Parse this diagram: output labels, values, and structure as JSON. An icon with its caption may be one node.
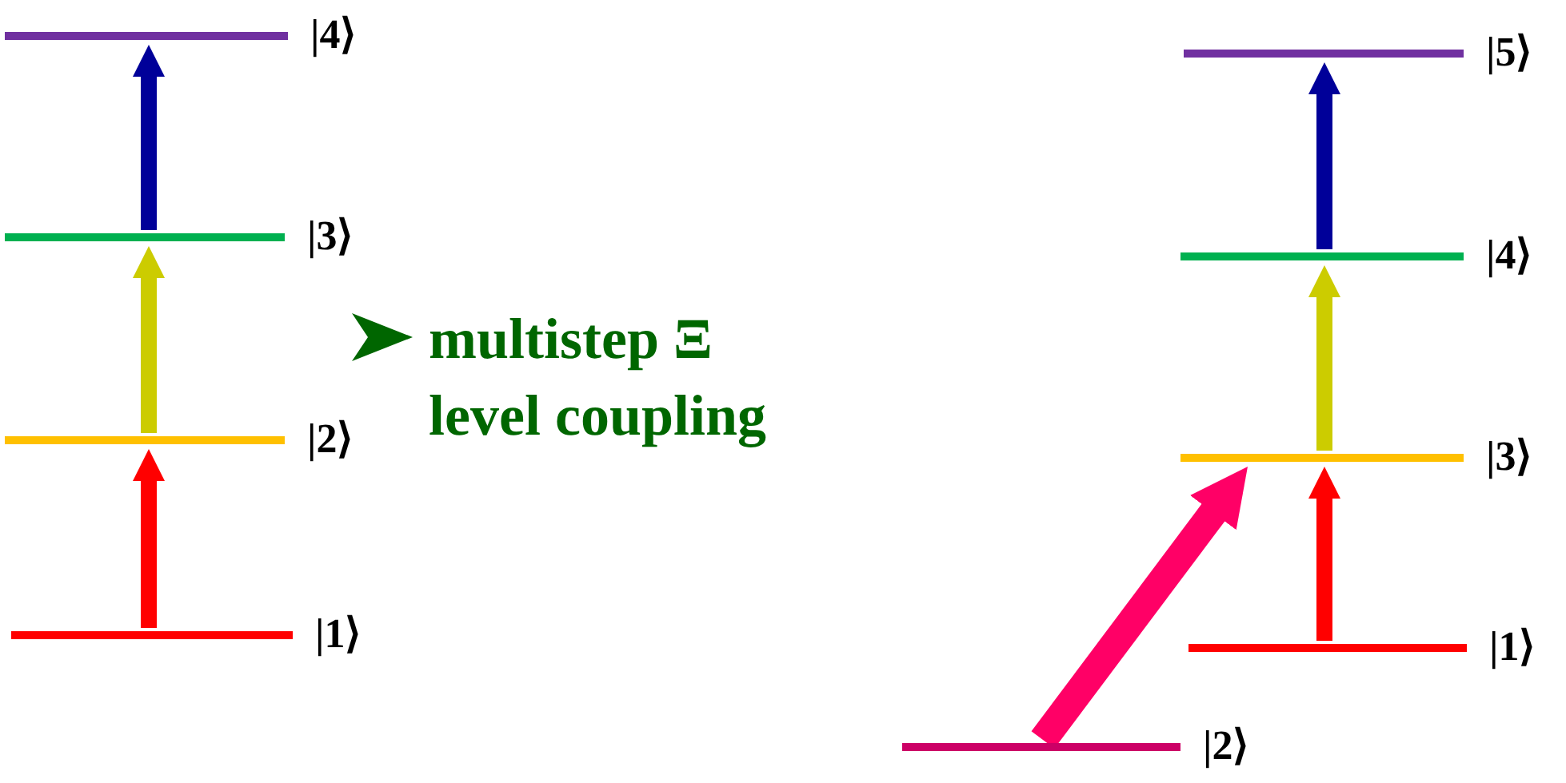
{
  "diagram": {
    "nodes": [
      {
        "text": [],
        "shape": "bar",
        "beside": [
          "|4⟩"
        ]
      },
      {
        "text": [],
        "shape": "bar",
        "beside": [
          "|3⟩"
        ]
      },
      {
        "text": [],
        "shape": "bar",
        "beside": [
          "|2⟩"
        ]
      },
      {
        "text": [],
        "shape": "bar",
        "beside": [
          "|1⟩"
        ]
      },
      {
        "text": [],
        "shape": "bar",
        "beside": [
          "|5⟩"
        ]
      },
      {
        "text": [],
        "shape": "bar",
        "beside": [
          "|4⟩"
        ]
      },
      {
        "text": [],
        "shape": "bar",
        "beside": [
          "|3⟩"
        ]
      },
      {
        "text": [],
        "shape": "bar",
        "beside": [
          "|1⟩"
        ]
      },
      {
        "text": [],
        "shape": "bar",
        "beside": [
          "|2⟩"
        ]
      }
    ],
    "edges": [
      {
        "from": 3,
        "to": 2,
        "arrow": "to",
        "color": "#ff0000"
      },
      {
        "from": 2,
        "to": 1,
        "arrow": "to",
        "color": "#cccc00"
      },
      {
        "from": 1,
        "to": 0,
        "arrow": "to",
        "color": "#000099"
      },
      {
        "from": 7,
        "to": 6,
        "arrow": "to",
        "color": "#ff0000"
      },
      {
        "from": 6,
        "to": 5,
        "arrow": "to",
        "color": "#cccc00"
      },
      {
        "from": 5,
        "to": 4,
        "arrow": "to",
        "color": "#000099"
      },
      {
        "from": 8,
        "to": 6,
        "arrow": "to",
        "style": "thick",
        "color": "#ff0066"
      }
    ],
    "labels": [
      "multistep Ξ level coupling"
    ]
  }
}
